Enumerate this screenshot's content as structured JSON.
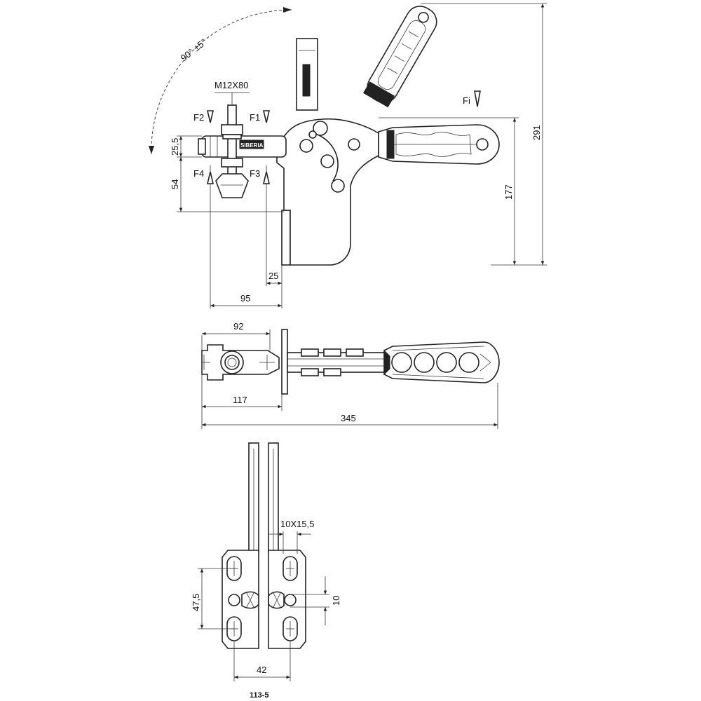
{
  "dimensions": {
    "angle": "90° ±5°",
    "thread": "M12X80",
    "d25_5": "25,5",
    "d54": "54",
    "d177": "177",
    "d291": "291",
    "d25": "25",
    "d95": "95",
    "d92": "92",
    "d117": "117",
    "d345": "345",
    "slot": "10X15,5",
    "d47_5": "47,5",
    "d10": "10",
    "d42": "42"
  },
  "forces": {
    "f1": "F1",
    "f2": "F2",
    "f3": "F3",
    "f4": "F4",
    "fi": "Fi"
  },
  "part_number": "113-5",
  "brand_mark": "SIBERIA"
}
